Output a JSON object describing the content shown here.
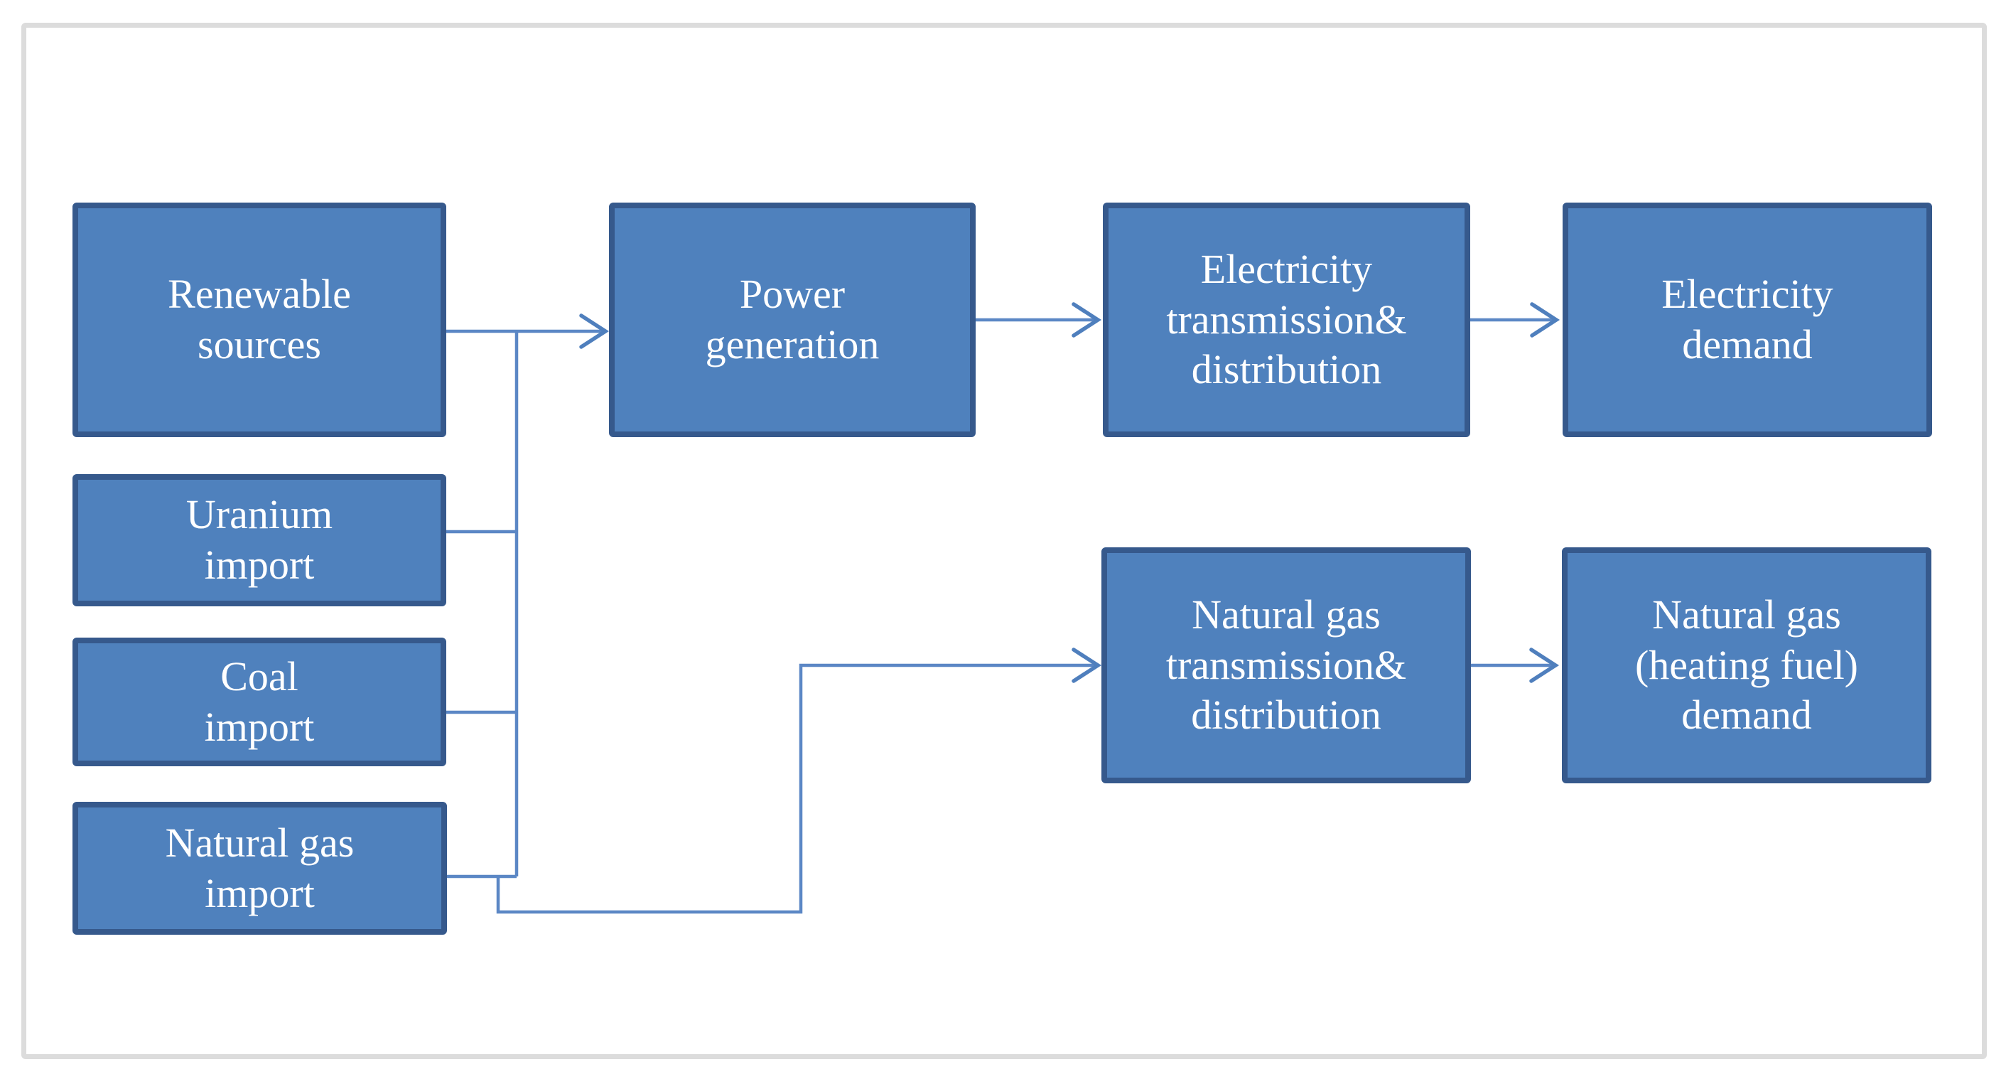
{
  "diagram": {
    "type": "energy-flow-diagram",
    "colors": {
      "node_fill": "#4f81bd",
      "node_border": "#36598c",
      "connector": "#5b87c5",
      "frame_border": "#dcdcdc",
      "text": "#ffffff",
      "background": "#ffffff"
    },
    "nodes": {
      "renewable": {
        "label": "Renewable\nsources"
      },
      "uranium": {
        "label": "Uranium\nimport"
      },
      "coal": {
        "label": "Coal\nimport"
      },
      "gas_import": {
        "label": "Natural gas\nimport"
      },
      "power_gen": {
        "label": "Power\ngeneration"
      },
      "elec_trans": {
        "label": "Electricity\ntransmission&\ndistribution"
      },
      "elec_demand": {
        "label": "Electricity\ndemand"
      },
      "gas_trans": {
        "label": "Natural gas\ntransmission&\ndistribution"
      },
      "gas_demand": {
        "label": "Natural gas\n(heating fuel)\ndemand"
      }
    },
    "edges": [
      {
        "from": "Renewable sources",
        "to": "Power generation"
      },
      {
        "from": "Uranium import",
        "to": "Power generation"
      },
      {
        "from": "Coal import",
        "to": "Power generation"
      },
      {
        "from": "Natural gas import",
        "to": "Power generation"
      },
      {
        "from": "Natural gas import",
        "to": "Natural gas transmission& distribution"
      },
      {
        "from": "Power generation",
        "to": "Electricity transmission& distribution"
      },
      {
        "from": "Electricity transmission& distribution",
        "to": "Electricity demand"
      },
      {
        "from": "Natural gas transmission& distribution",
        "to": "Natural gas (heating fuel) demand"
      }
    ]
  }
}
